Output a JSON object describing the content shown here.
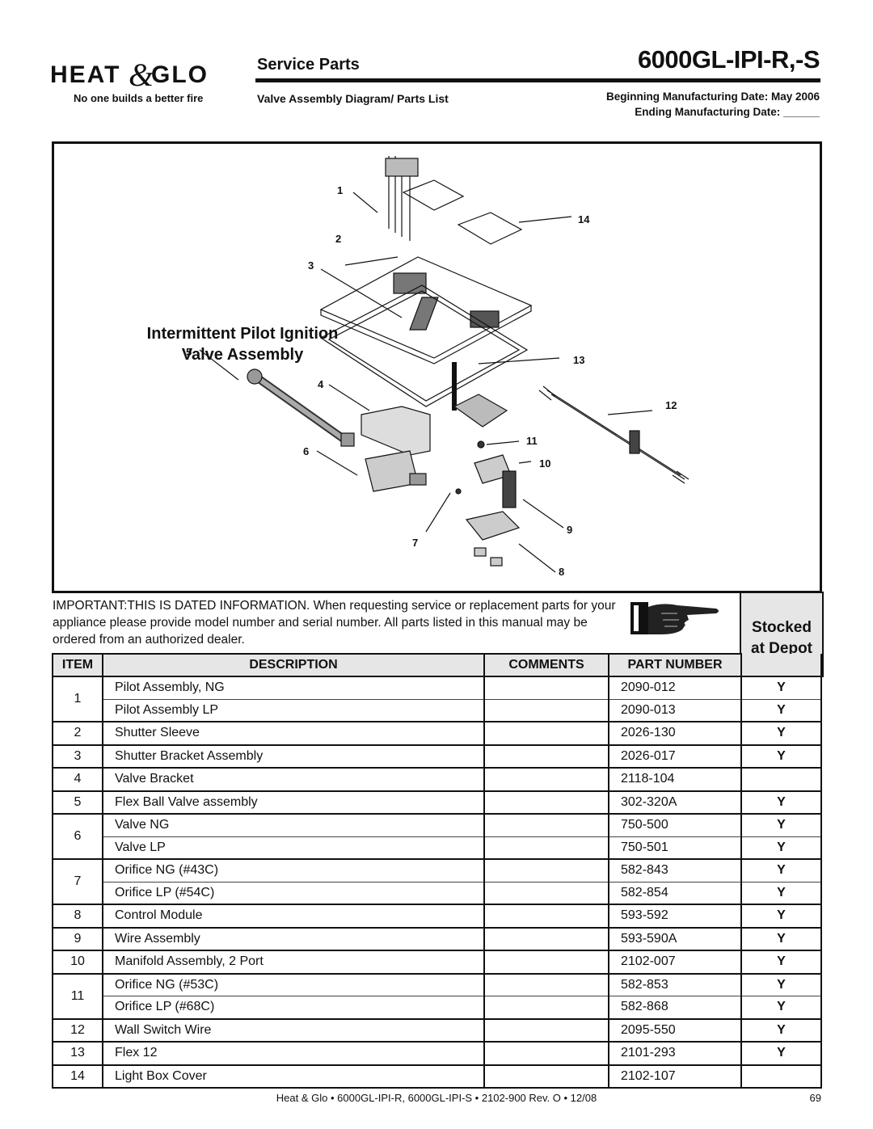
{
  "header": {
    "brand": "HEAT&GLO",
    "tagline": "No one builds a better fire",
    "section_title": "Service Parts",
    "model": "6000GL-IPI-R,-S",
    "subtitle": "Valve Assembly Diagram/ Parts List",
    "begin_date": "Beginning Manufacturing Date: May 2006",
    "end_date": "Ending Manufacturing Date: ______"
  },
  "diagram": {
    "title_line1": "Intermittent Pilot Ignition",
    "title_line2": "Valve Assembly",
    "callouts": [
      "1",
      "2",
      "3",
      "4",
      "5",
      "6",
      "7",
      "8",
      "9",
      "10",
      "11",
      "12",
      "13",
      "14"
    ]
  },
  "notice": "IMPORTANT:THIS IS DATED INFORMATION. When requesting service or replacement parts for your appliance please provide model number and serial number. All parts listed in this manual may be ordered from an authorized dealer.",
  "stocked_label_1": "Stocked",
  "stocked_label_2": "at Depot",
  "table": {
    "headers": {
      "item": "ITEM",
      "description": "DESCRIPTION",
      "comments": "COMMENTS",
      "part_number": "PART NUMBER"
    },
    "rows": [
      {
        "item": "1",
        "description": "Pilot Assembly, NG",
        "comments": "",
        "part_number": "2090-012",
        "stocked": "Y"
      },
      {
        "item": "",
        "description": "Pilot Assembly LP",
        "comments": "",
        "part_number": "2090-013",
        "stocked": "Y"
      },
      {
        "item": "2",
        "description": "Shutter Sleeve",
        "comments": "",
        "part_number": "2026-130",
        "stocked": "Y"
      },
      {
        "item": "3",
        "description": "Shutter Bracket Assembly",
        "comments": "",
        "part_number": "2026-017",
        "stocked": "Y"
      },
      {
        "item": "4",
        "description": "Valve Bracket",
        "comments": "",
        "part_number": "2118-104",
        "stocked": ""
      },
      {
        "item": "5",
        "description": "Flex Ball Valve assembly",
        "comments": "",
        "part_number": "302-320A",
        "stocked": "Y"
      },
      {
        "item": "6",
        "description": "Valve NG",
        "comments": "",
        "part_number": "750-500",
        "stocked": "Y"
      },
      {
        "item": "",
        "description": "Valve LP",
        "comments": "",
        "part_number": "750-501",
        "stocked": "Y"
      },
      {
        "item": "7",
        "description": "Orifice NG (#43C)",
        "comments": "",
        "part_number": "582-843",
        "stocked": "Y"
      },
      {
        "item": "",
        "description": "Orifice LP (#54C)",
        "comments": "",
        "part_number": "582-854",
        "stocked": "Y"
      },
      {
        "item": "8",
        "description": "Control Module",
        "comments": "",
        "part_number": "593-592",
        "stocked": "Y"
      },
      {
        "item": "9",
        "description": "Wire Assembly",
        "comments": "",
        "part_number": "593-590A",
        "stocked": "Y"
      },
      {
        "item": "10",
        "description": "Manifold Assembly, 2 Port",
        "comments": "",
        "part_number": "2102-007",
        "stocked": "Y"
      },
      {
        "item": "11",
        "description": "Orifice NG (#53C)",
        "comments": "",
        "part_number": "582-853",
        "stocked": "Y"
      },
      {
        "item": "",
        "description": "Orifice LP (#68C)",
        "comments": "",
        "part_number": "582-868",
        "stocked": "Y"
      },
      {
        "item": "12",
        "description": "Wall Switch Wire",
        "comments": "",
        "part_number": "2095-550",
        "stocked": "Y"
      },
      {
        "item": "13",
        "description": "Flex 12",
        "comments": "",
        "part_number": "2101-293",
        "stocked": "Y"
      },
      {
        "item": "14",
        "description": "Light Box Cover",
        "comments": "",
        "part_number": "2102-107",
        "stocked": ""
      }
    ]
  },
  "footer": "Heat & Glo  •  6000GL-IPI-R, 6000GL-IPI-S  •  2102-900  Rev. O  •  12/08",
  "page_number": "69"
}
